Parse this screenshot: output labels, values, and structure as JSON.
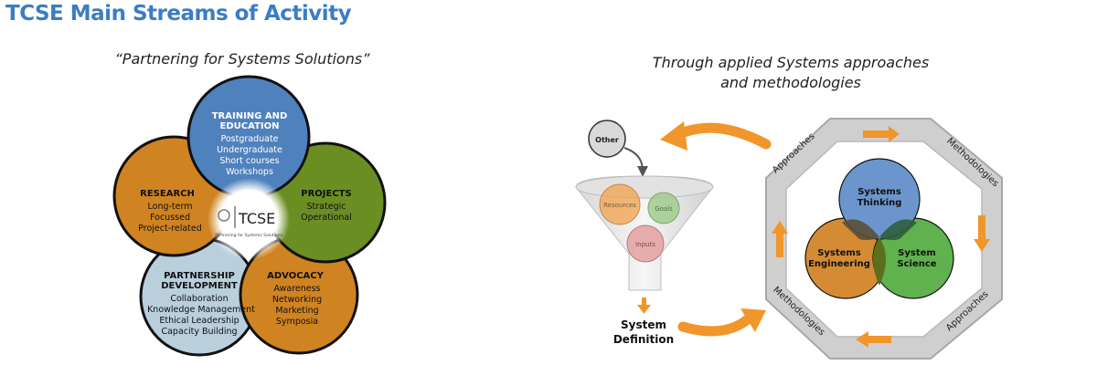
{
  "title": "TCSE Main Streams of Activity",
  "left_subtitle": "“Partnering for Systems Solutions”",
  "right_subtitle_line1": "Through applied Systems approaches",
  "right_subtitle_line2": "and methodologies",
  "colors": {
    "title": "#3b7dc4",
    "training": "#4f81bd",
    "projects": "#6b8e23",
    "research": "#d08321",
    "advocacy": "#d08321",
    "partnership": "#b9cfdc",
    "arrow": "#f0962a",
    "octagon": "#d0d0d0"
  },
  "circles": {
    "training": {
      "heading1": "TRAINING AND",
      "heading2": "EDUCATION",
      "items": [
        "Postgraduate",
        "Undergraduate",
        "Short courses",
        "Workshops"
      ]
    },
    "projects": {
      "heading": "PROJECTS",
      "items": [
        "Strategic",
        "Operational"
      ]
    },
    "research": {
      "heading": "RESEARCH",
      "items": [
        "Long-term",
        "Focussed",
        "Project-related"
      ]
    },
    "advocacy": {
      "heading": "ADVOCACY",
      "items": [
        "Awareness",
        "Networking",
        "Marketing",
        "Symposia"
      ]
    },
    "partnership": {
      "heading1": "PARTNERSHIP",
      "heading2": "DEVELOPMENT",
      "items": [
        "Collaboration",
        "Knowledge Management",
        "Ethical Leadership",
        "Capacity Building"
      ]
    }
  },
  "center_logo": {
    "wordmark": "TCSE",
    "tagline": "Partnering for Systems Solutions"
  },
  "funnel": {
    "other": "Other",
    "resources": "Resources",
    "goals": "Goals",
    "inputs": "Inputs",
    "output_line1": "System",
    "output_line2": "Definition"
  },
  "octagon": {
    "top_left": "Approaches",
    "top_right": "Methodologies",
    "bottom_left": "Methodologies",
    "bottom_right": "Approaches"
  },
  "venn": {
    "thinking_line1": "Systems",
    "thinking_line2": "Thinking",
    "engineering_line1": "Systems",
    "engineering_line2": "Engineering",
    "science_line1": "System",
    "science_line2": "Science"
  }
}
